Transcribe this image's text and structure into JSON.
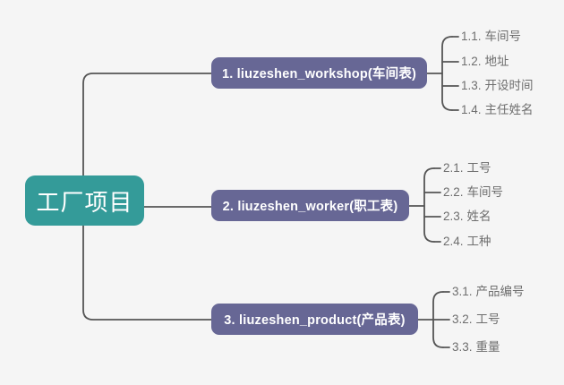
{
  "diagram": {
    "type": "mind-map",
    "background_color": "#f5f5f5",
    "connector_color": "#555555",
    "root": {
      "label": "工厂项目",
      "color": "#349b99",
      "text_color": "#ffffff"
    },
    "branch_color": "#676795",
    "branch_text_color": "#ffffff",
    "leaf_text_color": "#6e6e6e",
    "branches": [
      {
        "label": "1. liuzeshen_workshop(车间表)",
        "leaves": [
          {
            "num": "1.1.",
            "label": "车间号"
          },
          {
            "num": "1.2.",
            "label": "地址"
          },
          {
            "num": "1.3.",
            "label": "开设时间"
          },
          {
            "num": "1.4.",
            "label": "主任姓名"
          }
        ]
      },
      {
        "label": "2. liuzeshen_worker(职工表)",
        "leaves": [
          {
            "num": "2.1.",
            "label": "工号"
          },
          {
            "num": "2.2.",
            "label": "车间号"
          },
          {
            "num": "2.3.",
            "label": "姓名"
          },
          {
            "num": "2.4.",
            "label": "工种"
          }
        ]
      },
      {
        "label": "3. liuzeshen_product(产品表)",
        "leaves": [
          {
            "num": "3.1.",
            "label": "产品编号"
          },
          {
            "num": "3.2.",
            "label": "工号"
          },
          {
            "num": "3.3.",
            "label": "重量"
          }
        ]
      }
    ]
  }
}
